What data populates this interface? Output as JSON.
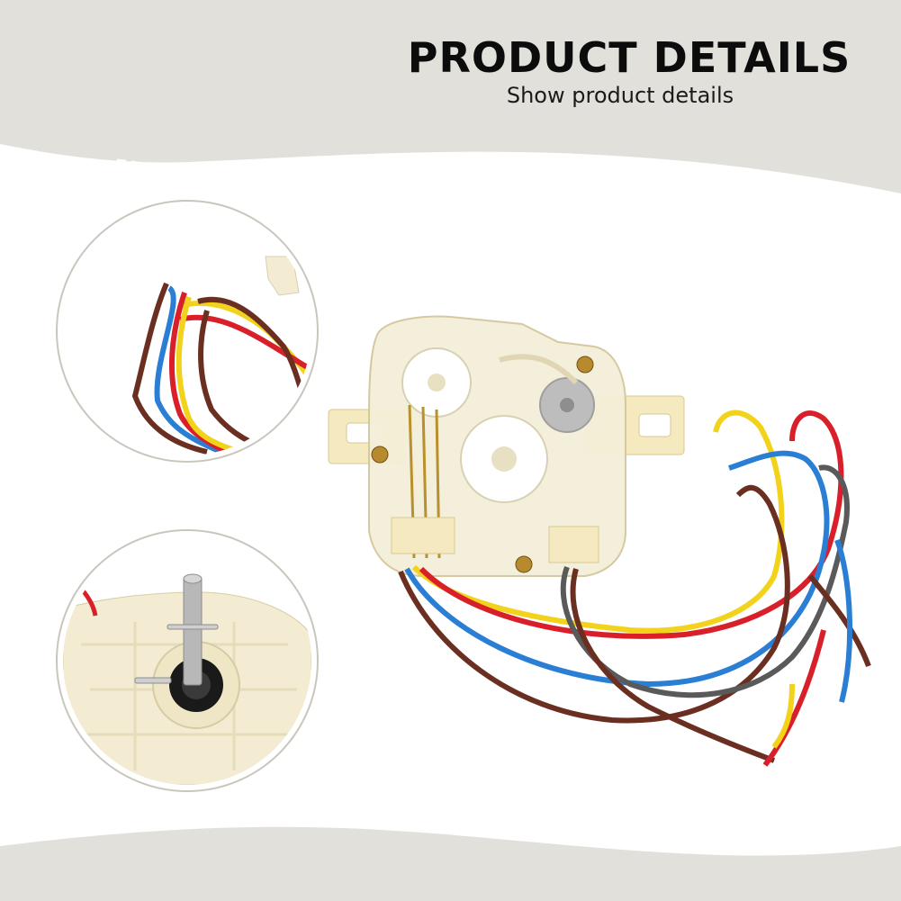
{
  "header": {
    "title": "PRODUCT DETAILS",
    "subtitle": "Show product details"
  },
  "colors": {
    "band": "#e2e0da",
    "wire_yellow": "#f2d21a",
    "wire_red": "#d9202a",
    "wire_blue": "#2a7fd4",
    "wire_brown": "#6b2f22",
    "wire_gray": "#5a5a5a",
    "housing": "#f3ecd3"
  },
  "images": {
    "main": "washing-machine-timer-product",
    "inset_top": "wires-closeup",
    "inset_bottom": "shaft-closeup"
  }
}
